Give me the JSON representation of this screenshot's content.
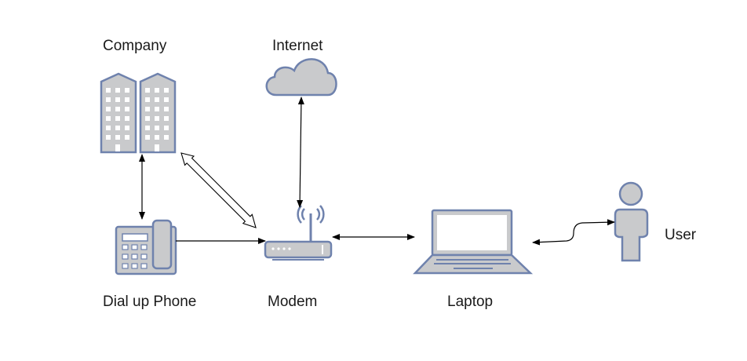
{
  "colors": {
    "fill": "#c9cacc",
    "stroke": "#6f82ad",
    "window": "#ffffff",
    "arrow": "#000000"
  },
  "nodes": {
    "company": {
      "label": "Company",
      "icon": "buildings-icon"
    },
    "internet": {
      "label": "Internet",
      "icon": "cloud-icon"
    },
    "phone": {
      "label": "Dial up Phone",
      "icon": "desk-phone-icon"
    },
    "modem": {
      "label": "Modem",
      "icon": "wireless-router-icon"
    },
    "laptop": {
      "label": "Laptop",
      "icon": "laptop-icon"
    },
    "user": {
      "label": "User",
      "icon": "person-icon"
    }
  }
}
